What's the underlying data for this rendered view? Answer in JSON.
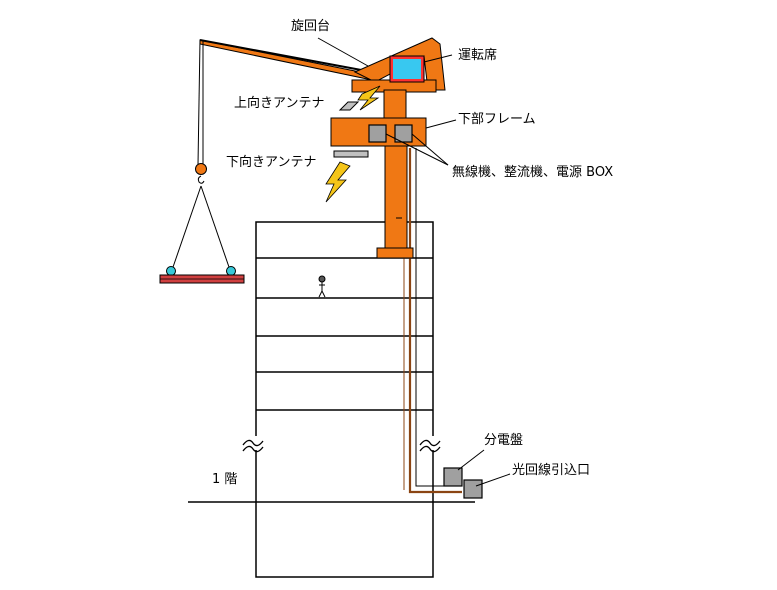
{
  "labels": {
    "turntable": "旋回台",
    "cab": "運転席",
    "antenna_up": "上向きアンテナ",
    "lower_frame": "下部フレーム",
    "antenna_down": "下向きアンテナ",
    "equipment": "無線機、整流機、電源 BOX",
    "panel": "分電盤",
    "fiber_inlet": "光回線引込口",
    "first_floor": "1 階"
  },
  "colors": {
    "crane": "#f07814",
    "cab_window": "#38c8f0",
    "cable": "#8b4513",
    "bolt": "#f5c518",
    "box": "#a0a0a0",
    "load_beam": "#d04040",
    "load_balls": "#38c8d8"
  }
}
